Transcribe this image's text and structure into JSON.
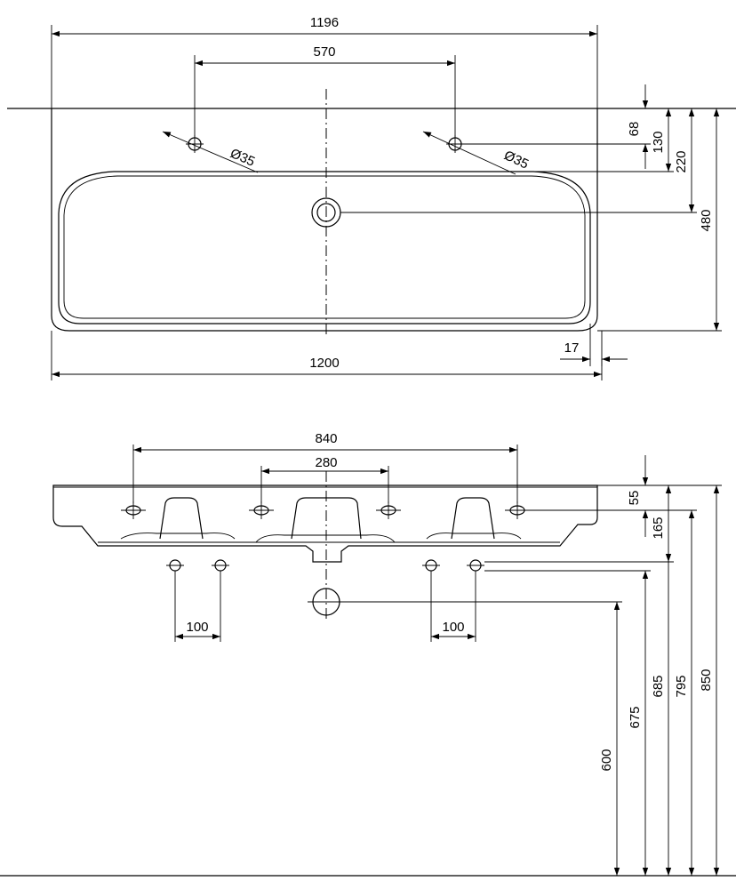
{
  "top_view": {
    "width_1196": "1196",
    "tap_spacing_570": "570",
    "dim_68": "68",
    "dim_130": "130",
    "dim_220": "220",
    "depth_480": "480",
    "hole_left": "Ø35",
    "hole_right": "Ø35",
    "dim_17": "17",
    "width_1200": "1200"
  },
  "front_view": {
    "dim_840": "840",
    "dim_280": "280",
    "dim_100_left": "100",
    "dim_100_right": "100",
    "dim_55": "55",
    "dim_165": "165",
    "h_600": "600",
    "h_675": "675",
    "h_685": "685",
    "h_795": "795",
    "h_850": "850"
  }
}
